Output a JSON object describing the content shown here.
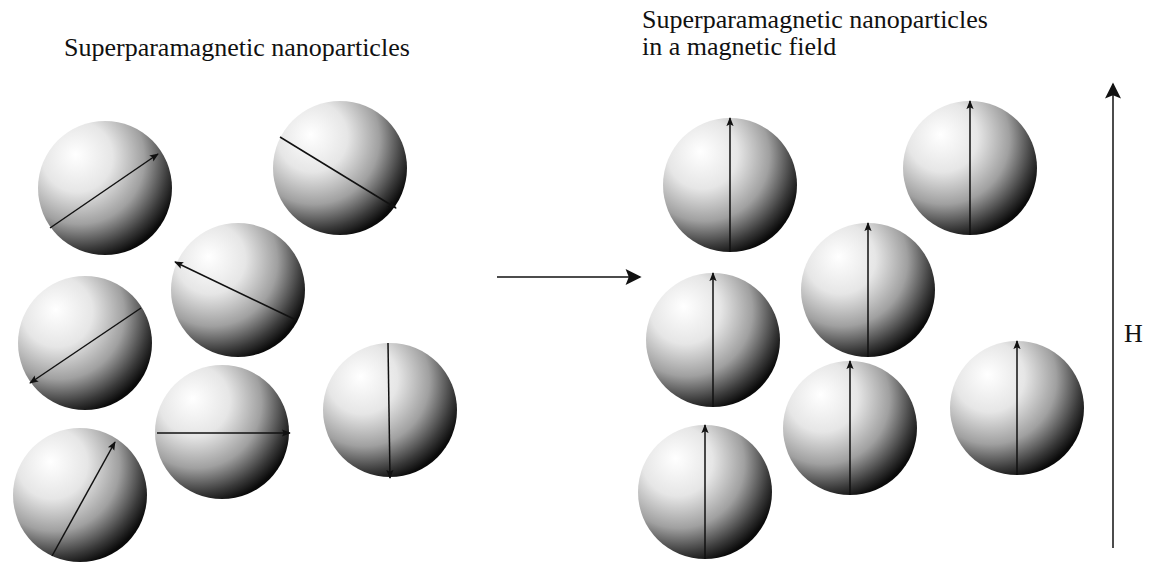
{
  "diagram": {
    "labels": [
      "Superparamagnetic nanoparticles",
      "Superparamagnetic nanoparticles in a magnetic field",
      "H"
    ]
  }
}
